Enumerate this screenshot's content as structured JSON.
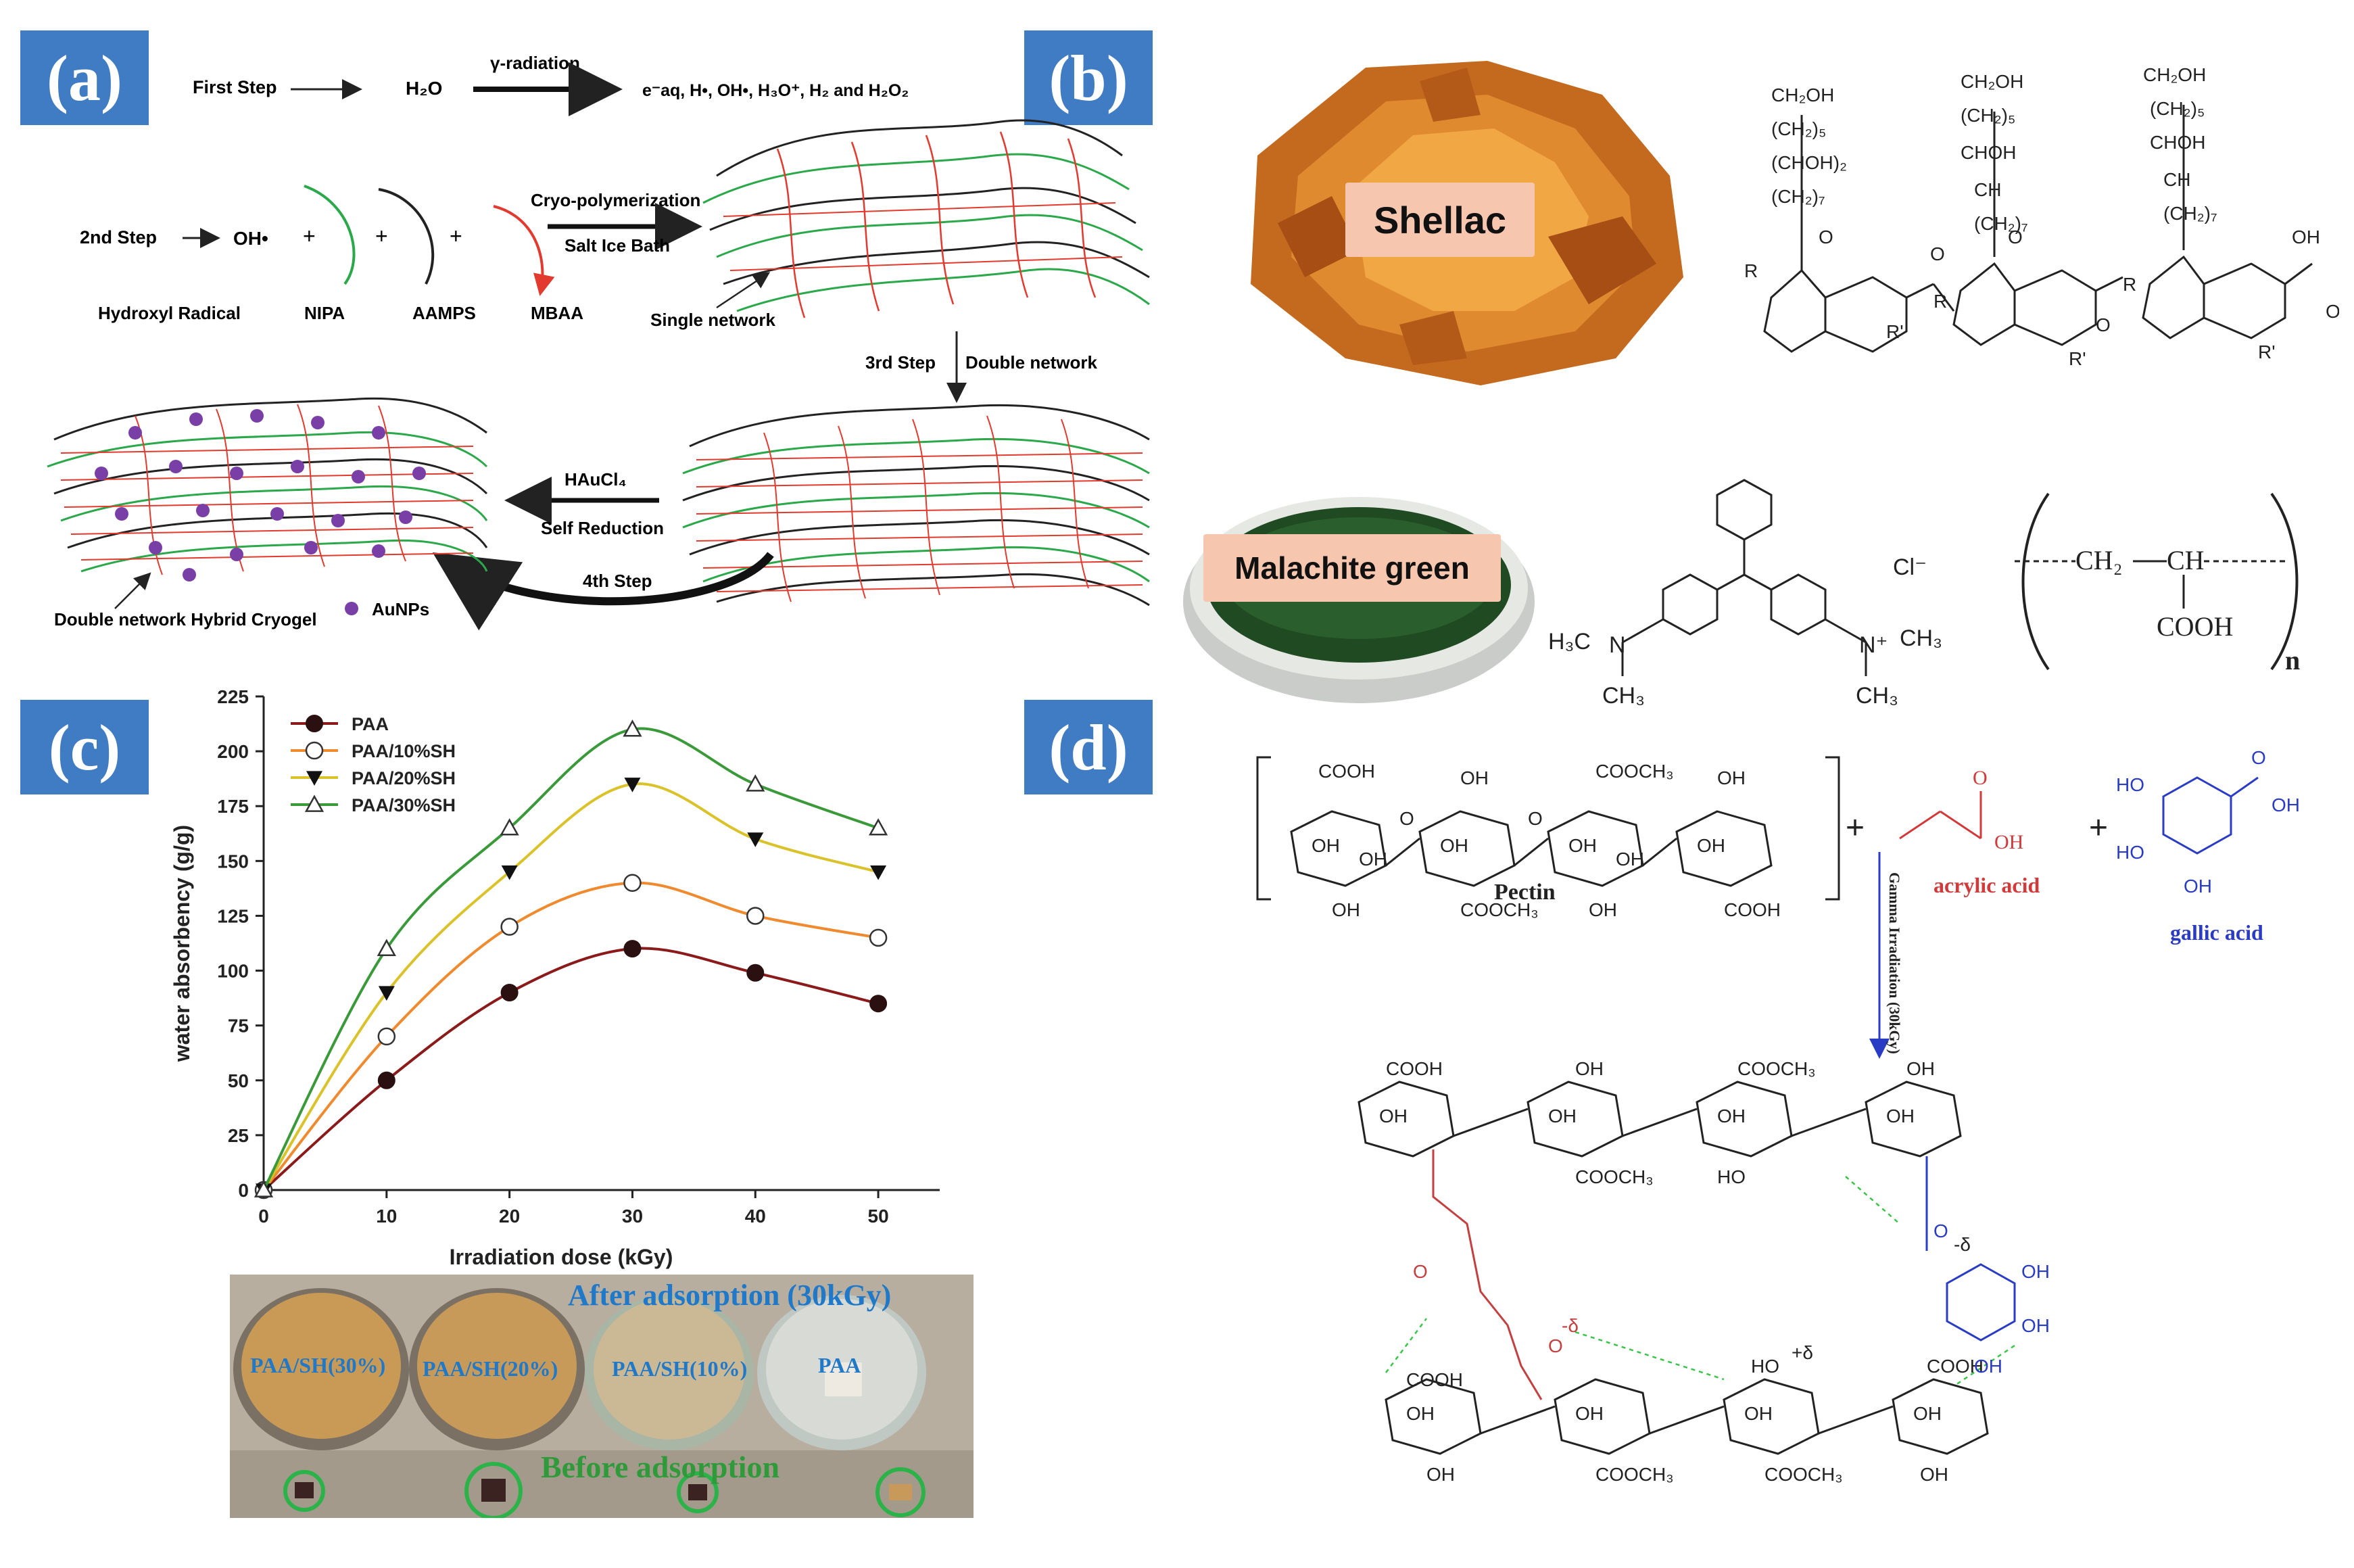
{
  "panels": {
    "a": "(a)",
    "b": "(b)",
    "c": "(c)",
    "d": "(d)"
  },
  "panel_a": {
    "first_step": "First Step",
    "water": "H₂O",
    "gamma": "γ-radiation",
    "products": "e⁻aq, H•, OH•, H₃O⁺, H₂ and H₂O₂",
    "second_step": "2nd Step",
    "oh_radical": "OH•",
    "cryo": "Cryo-polymerization",
    "salt": "Salt Ice Bath",
    "hydroxyl": "Hydroxyl Radical",
    "nipa": "NIPA",
    "aamps": "AAMPS",
    "mbaa": "MBAA",
    "single": "Single network",
    "third_step": "3rd Step",
    "double": "Double network",
    "haucl4": "HAuCl₄",
    "self_reduction": "Self Reduction",
    "fourth_step": "4th Step",
    "hybrid": "Double network Hybrid Cryogel",
    "aunps": "AuNPs",
    "colors": {
      "green": "#2aa84a",
      "black": "#222222",
      "red": "#e23a2e",
      "purple": "#7a3fa6"
    }
  },
  "panel_b": {
    "shellac": "Shellac",
    "malachite": "Malachite green",
    "chloride": "Cl⁻",
    "dimethyl_left": "H₃C",
    "ch3": "CH₃",
    "ch2": "CH₂",
    "ch": "CH",
    "cooh": "COOH",
    "n": "n",
    "shellac_labels": [
      "CH₂OH",
      "(CH₂)₅",
      "(CHOH)₂",
      "(CH₂)₇",
      "CHOH",
      "CH",
      "OH",
      "R",
      "R'",
      "O"
    ]
  },
  "panel_d": {
    "pectin": "Pectin",
    "acrylic": "acrylic acid",
    "gallic": "gallic acid",
    "irradiation": "Gamma Irradiation (30kGy)",
    "plus": "+",
    "groups": [
      "COOH",
      "OH",
      "COOCH₃",
      "O",
      "HO",
      "+δ",
      "-δ"
    ]
  },
  "photos": {
    "after": "After adsorption (30kGy)",
    "before": "Before adsorption",
    "dishes": [
      "PAA/SH(30%)",
      "PAA/SH(20%)",
      "PAA/SH(10%)",
      "PAA"
    ]
  },
  "chart_data": {
    "type": "line",
    "x": [
      0,
      10,
      20,
      30,
      40,
      50
    ],
    "xlabel": "Irradiation dose (kGy)",
    "ylabel": "water absorbency (g/g)",
    "xlim": [
      0,
      55
    ],
    "ylim": [
      0,
      225
    ],
    "xticks": [
      0,
      10,
      20,
      30,
      40,
      50
    ],
    "yticks": [
      0,
      25,
      50,
      75,
      100,
      125,
      150,
      175,
      200,
      225
    ],
    "grid": false,
    "legend": "top-left",
    "series": [
      {
        "name": "PAA",
        "values": [
          0,
          50,
          90,
          110,
          99,
          85
        ],
        "color": "#8b1a1a",
        "marker": "filled-circle"
      },
      {
        "name": "PAA/10%SH",
        "values": [
          0,
          70,
          120,
          140,
          125,
          115
        ],
        "color": "#f08a2e",
        "marker": "open-circle"
      },
      {
        "name": "PAA/20%SH",
        "values": [
          0,
          90,
          145,
          185,
          160,
          145
        ],
        "color": "#d9c22a",
        "marker": "filled-triangle-down"
      },
      {
        "name": "PAA/30%SH",
        "values": [
          0,
          110,
          165,
          210,
          185,
          165
        ],
        "color": "#3a9a3a",
        "marker": "open-triangle-up"
      }
    ]
  }
}
